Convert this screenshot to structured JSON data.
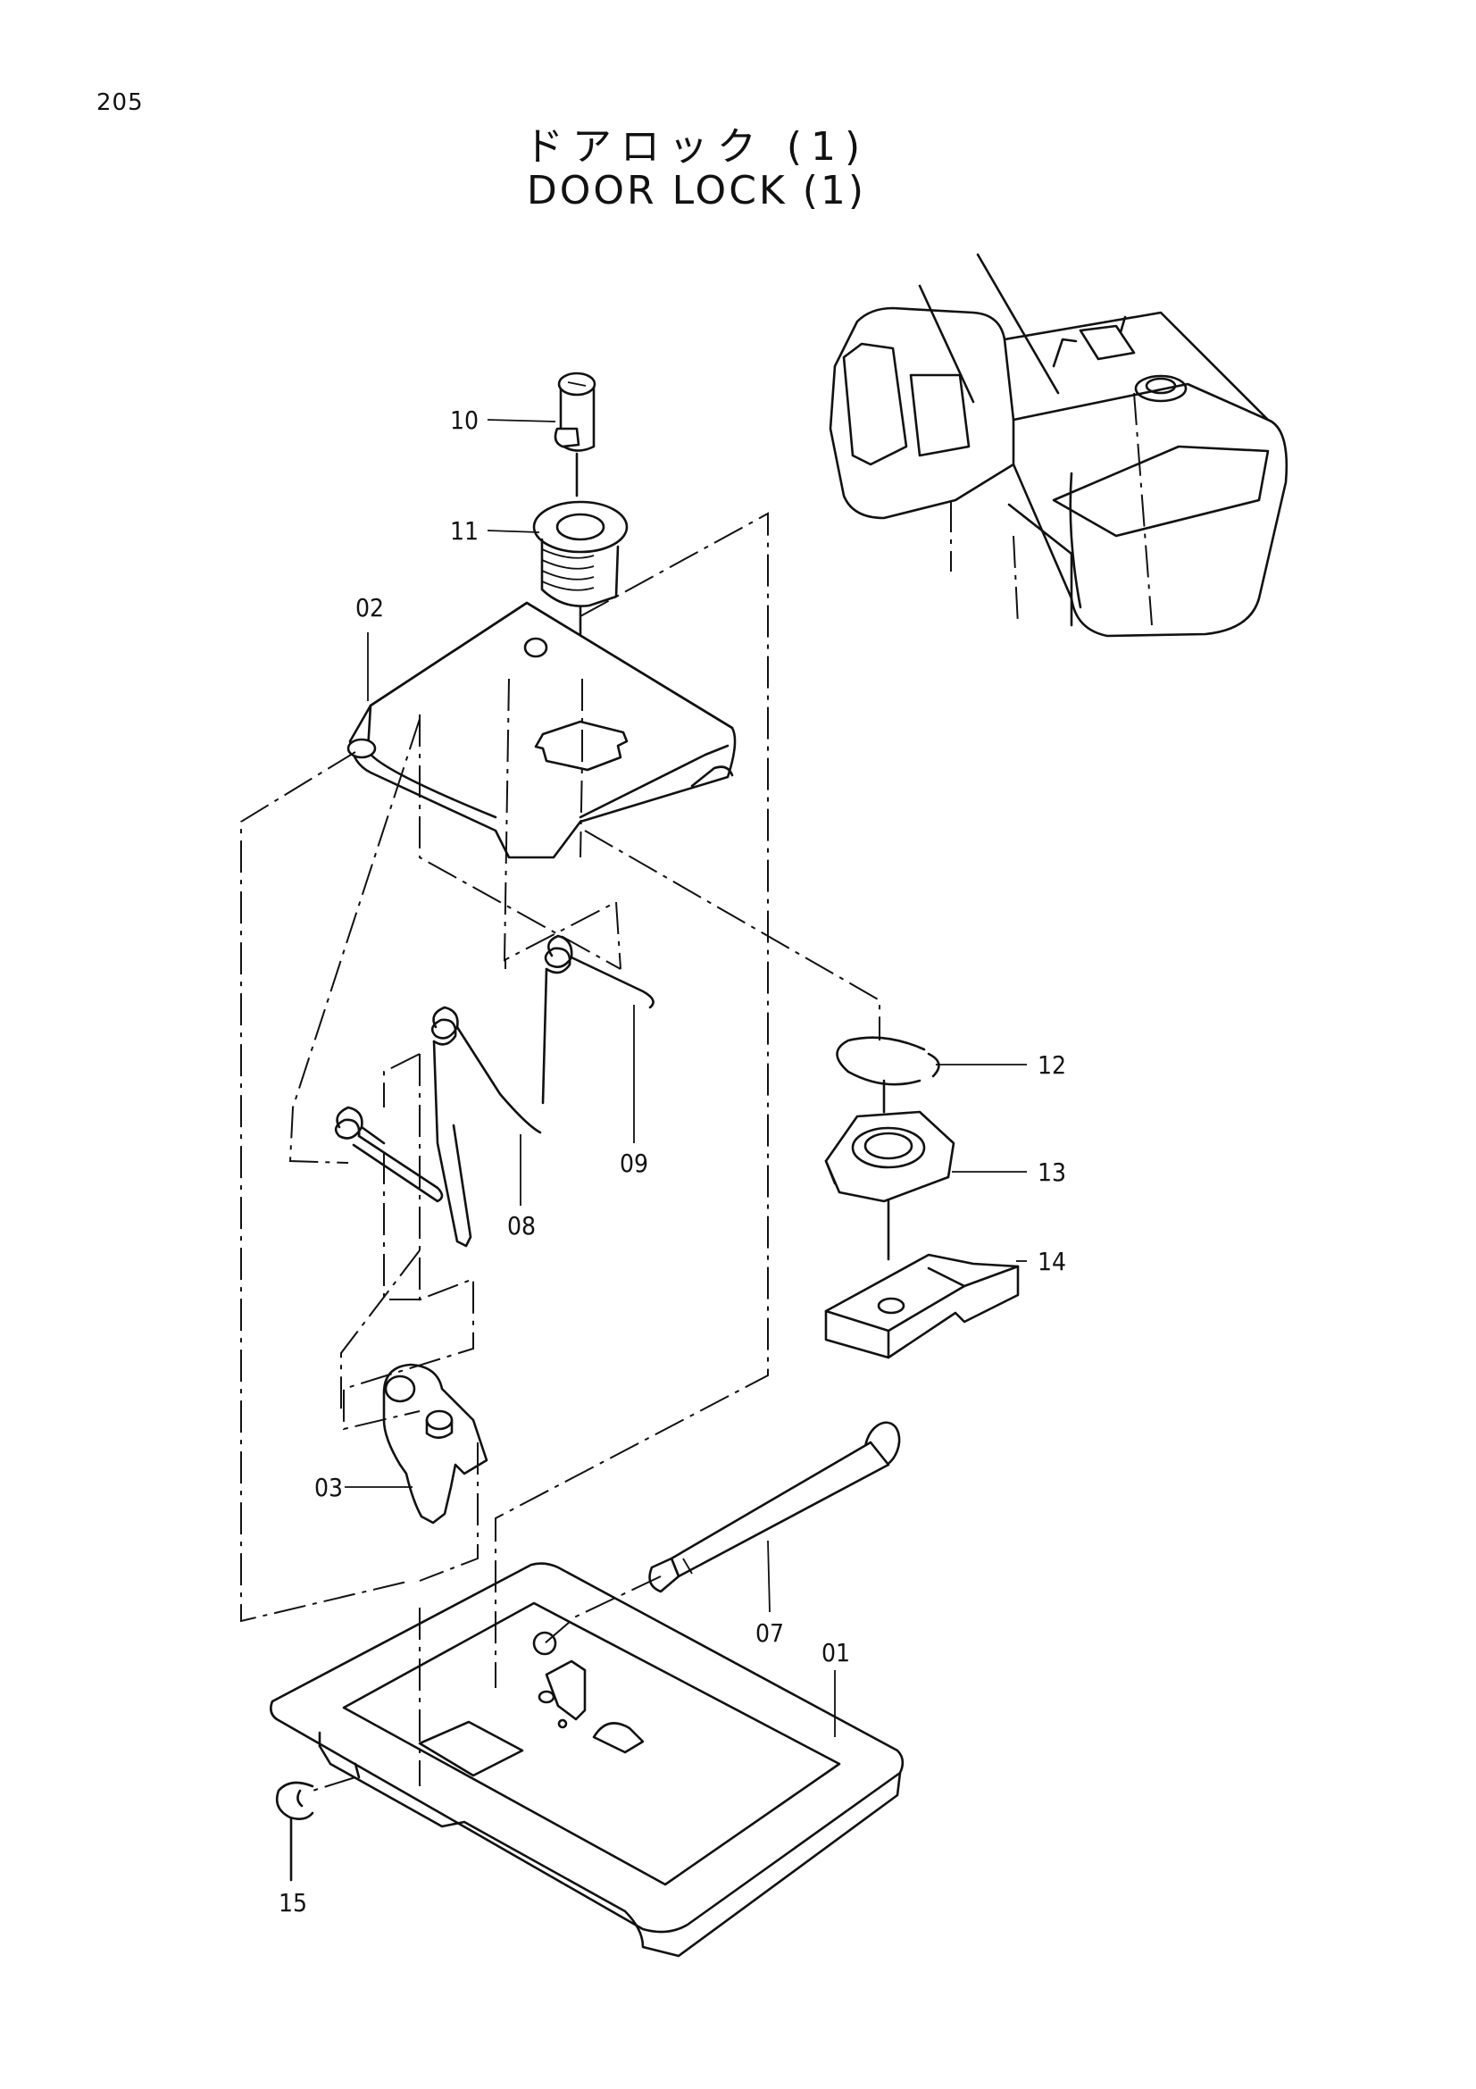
{
  "page_number": "205",
  "title_jp": "ドアロック (1)",
  "title_en": "DOOR LOCK (1)",
  "parts": [
    {
      "id": "p10",
      "label": "10"
    },
    {
      "id": "p11",
      "label": "11"
    },
    {
      "id": "p02",
      "label": "02"
    },
    {
      "id": "p12",
      "label": "12"
    },
    {
      "id": "p13",
      "label": "13"
    },
    {
      "id": "p14",
      "label": "14"
    },
    {
      "id": "p09",
      "label": "09"
    },
    {
      "id": "p08",
      "label": "08"
    },
    {
      "id": "p03",
      "label": "03"
    },
    {
      "id": "p07",
      "label": "07"
    },
    {
      "id": "p01",
      "label": "01"
    },
    {
      "id": "p15",
      "label": "15"
    }
  ]
}
